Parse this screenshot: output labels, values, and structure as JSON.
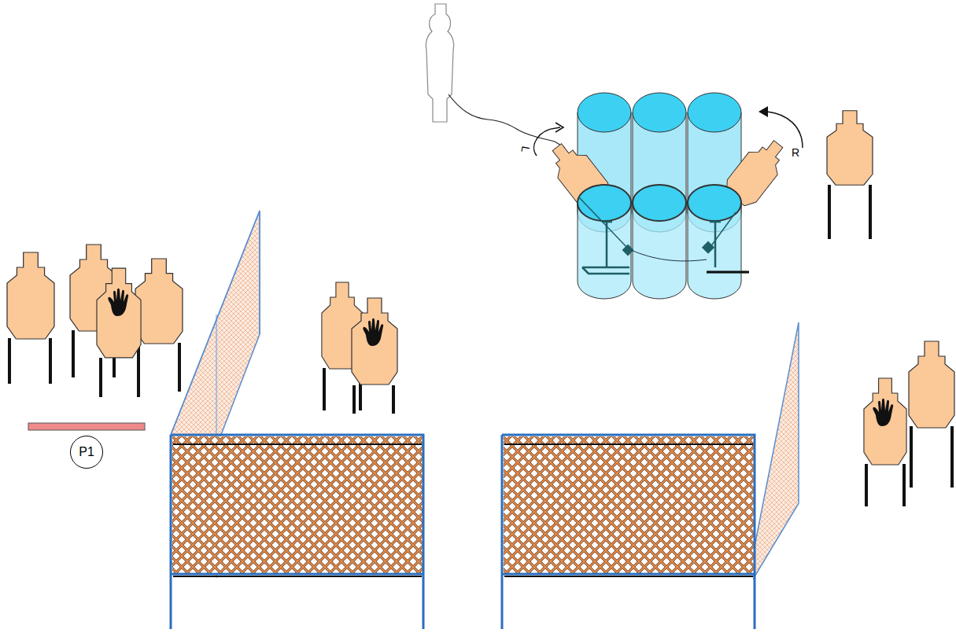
{
  "diagram": {
    "nodes": [
      {
        "text": [
          "P1"
        ]
      }
    ],
    "labels": [
      "L",
      "R"
    ]
  }
}
